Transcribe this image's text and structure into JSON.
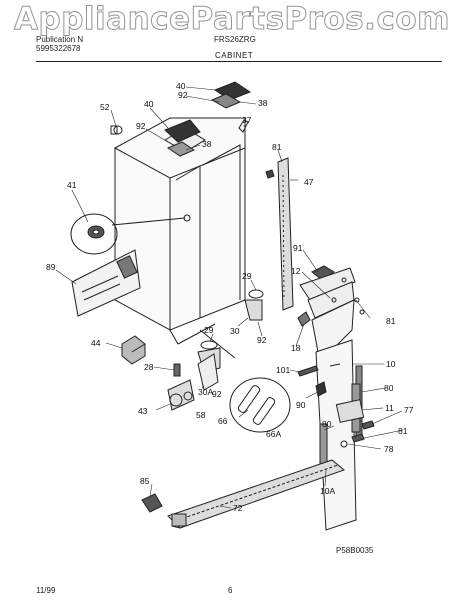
{
  "watermark": "AppliancePartsPros.com",
  "header": {
    "pub_label": "Publication N",
    "pub_number": "5995322678",
    "model": "FRS26ZRG",
    "section": "CABINET"
  },
  "footer": {
    "date": "11/99",
    "page": "6",
    "figure_id": "P58B0035"
  },
  "callouts": {
    "c40a": "40",
    "c92a": "92",
    "c38a": "38",
    "c52": "52",
    "c40b": "40",
    "c37": "37",
    "c92b": "92",
    "c38b": "38",
    "c81a": "81",
    "c47": "47",
    "c41": "41",
    "c91": "91",
    "c89": "89",
    "c12": "12",
    "c29a": "29",
    "c81b": "81",
    "c30a": "30",
    "c92c": "92",
    "c18": "18",
    "c29b": "29",
    "c44": "44",
    "c10": "10",
    "c28": "28",
    "c101": "101",
    "c30A": "30A",
    "c92d": "92",
    "c80a": "80",
    "c90": "90",
    "c43": "43",
    "c58": "58",
    "c11": "11",
    "c77": "77",
    "c66": "66",
    "c80b": "80",
    "c81c": "81",
    "c66A": "66A",
    "c78": "78",
    "c10A": "10A",
    "c85": "85",
    "c72": "72"
  }
}
